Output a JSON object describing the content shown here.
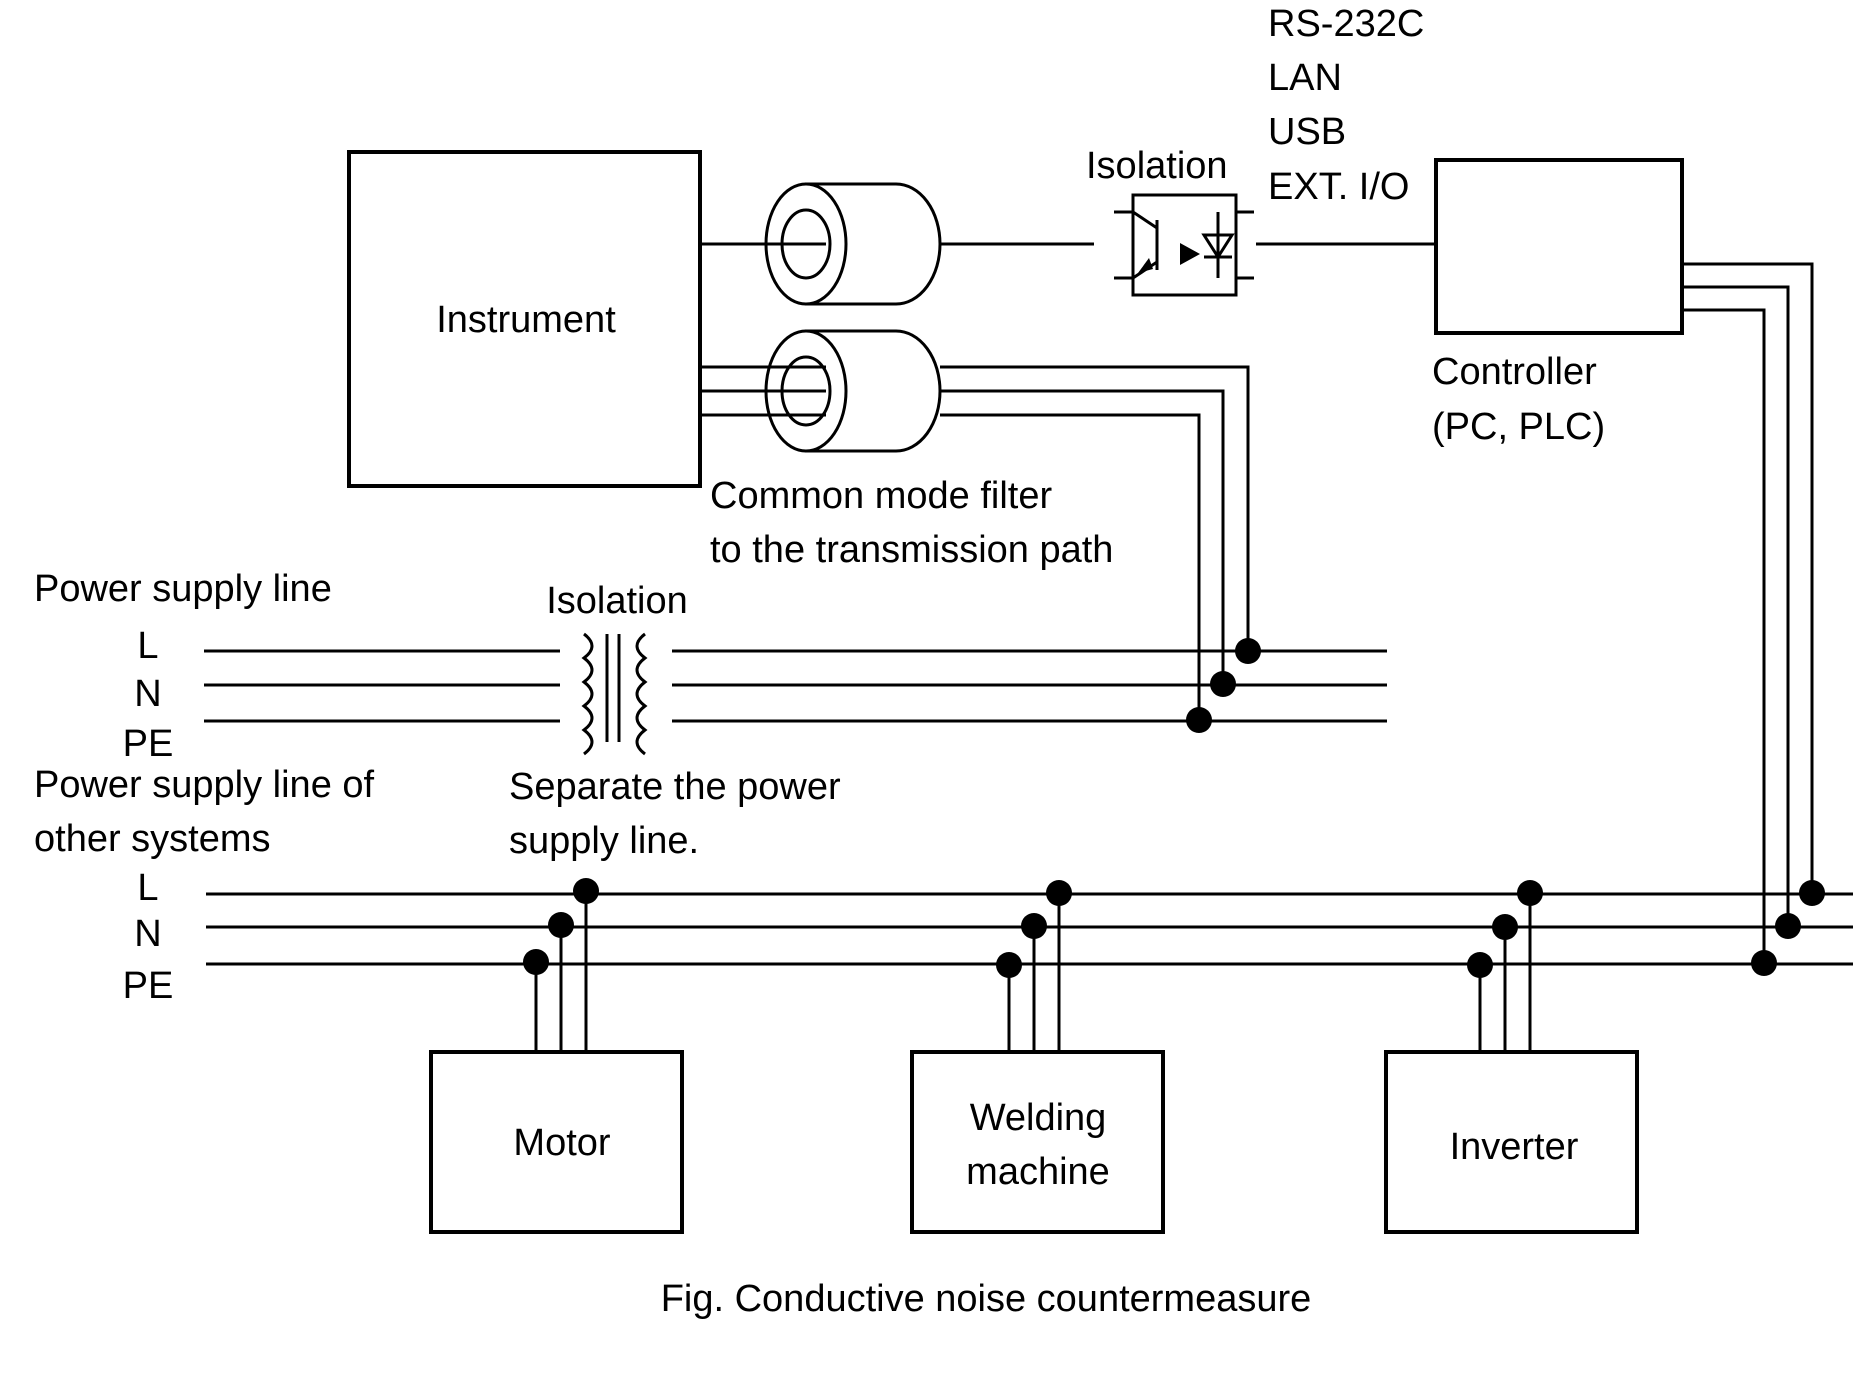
{
  "interfaces": [
    "RS-232C",
    "LAN",
    "USB",
    "EXT. I/O"
  ],
  "isolation_signal": "Isolation",
  "instrument": "Instrument",
  "controller": [
    "Controller",
    "(PC, PLC)"
  ],
  "cm_filter": [
    "Common mode filter",
    "to the transmission path"
  ],
  "power_line": {
    "title": "Power supply line",
    "conductors": [
      "L",
      "N",
      "PE"
    ]
  },
  "isolation_power": "Isolation",
  "separate_note": [
    "Separate the power",
    "supply line."
  ],
  "other_line": {
    "title": [
      "Power supply line of",
      "other systems"
    ],
    "conductors": [
      "L",
      "N",
      "PE"
    ]
  },
  "loads": {
    "motor": [
      "Motor"
    ],
    "welding": [
      "Welding",
      "machine"
    ],
    "inverter": [
      "Inverter"
    ]
  },
  "caption": "Fig. Conductive noise countermeasure"
}
